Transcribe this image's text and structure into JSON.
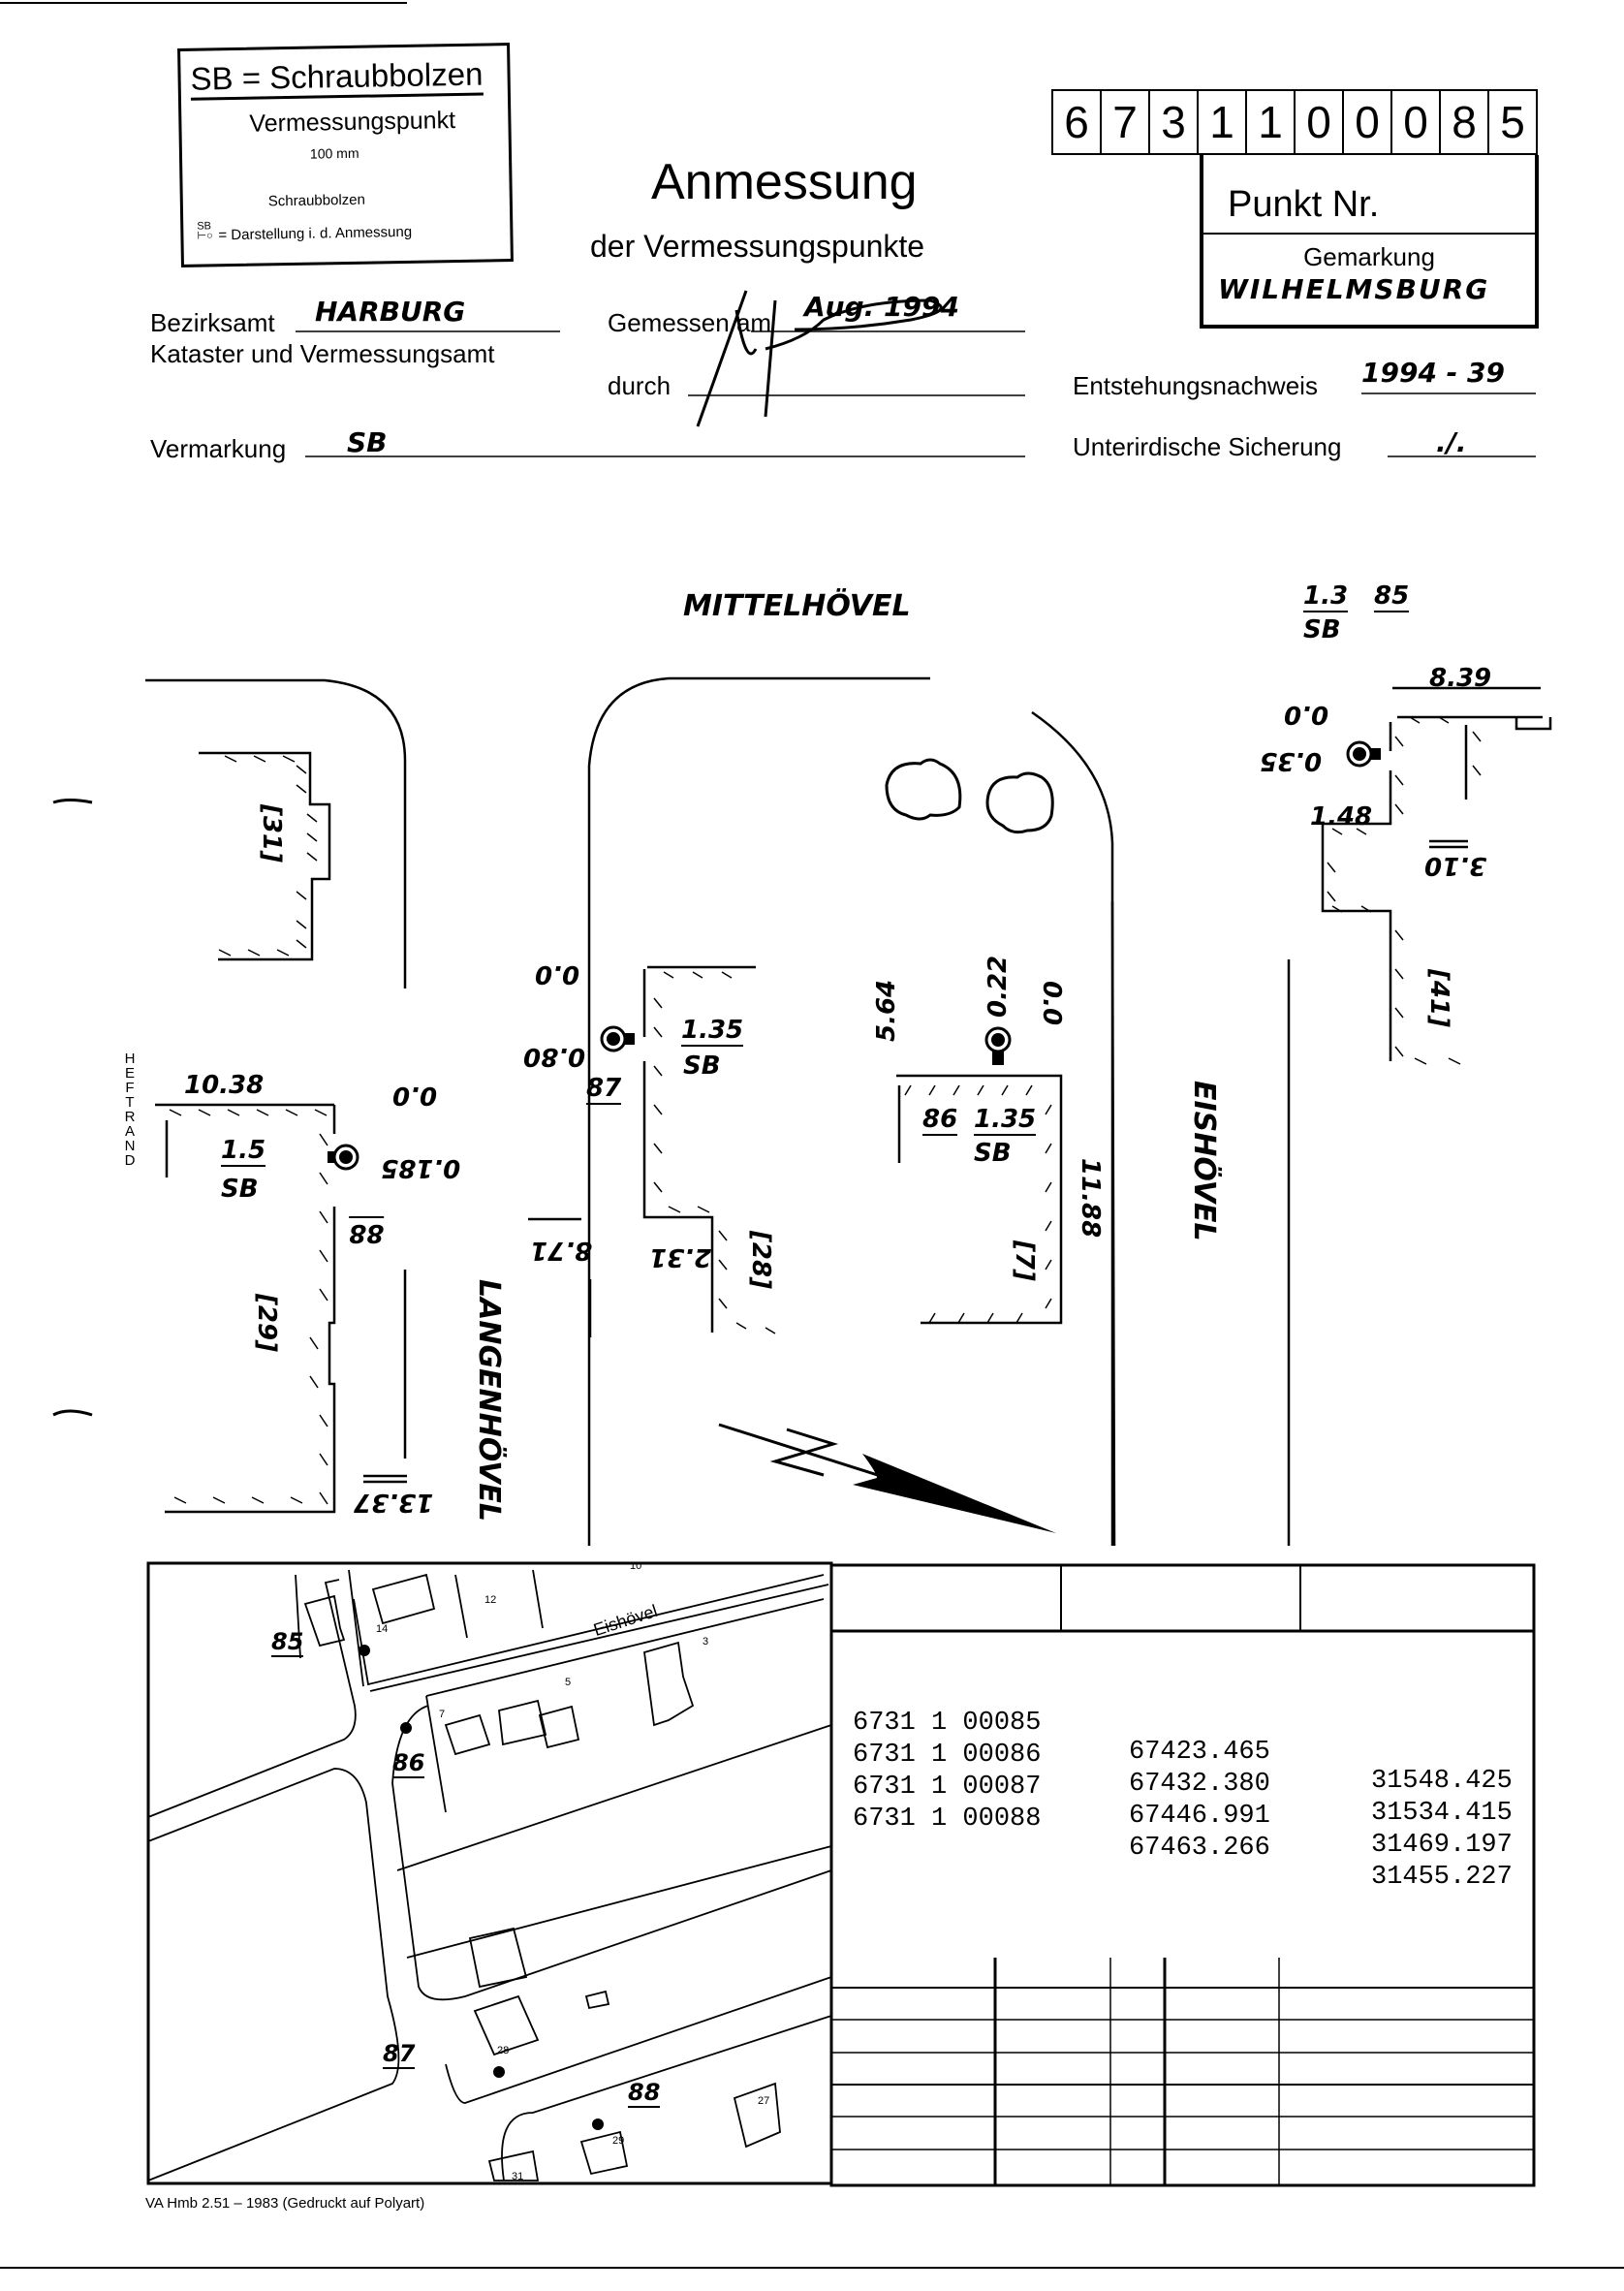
{
  "legend": {
    "title": "SB = Schraubbolzen",
    "subtitle": "Vermessungspunkt",
    "dimension": "100 mm",
    "bolt_label": "Schraubbolzen",
    "symbol_text": "SB",
    "symbol_meaning": "= Darstellung i. d. Anmessung"
  },
  "header": {
    "title": "Anmessung",
    "subtitle": "der Vermessungspunkte"
  },
  "point_number": {
    "digits": [
      "6",
      "7",
      "3",
      "1",
      "1",
      "0",
      "0",
      "0",
      "8",
      "5"
    ],
    "label": "Punkt Nr.",
    "gemarkung_label": "Gemarkung",
    "gemarkung_value": "WILHELMSBURG"
  },
  "fields": {
    "bezirksamt_label": "Bezirksamt",
    "bezirksamt_value": "HARBURG",
    "kataster_label": "Kataster und Vermessungsamt",
    "gemessen_label": "Gemessen am",
    "gemessen_value": "Aug. 1994",
    "durch_label": "durch",
    "durch_value": "(signature)",
    "entstehung_label": "Entstehungsnachweis",
    "entstehung_value": "1994 - 39",
    "vermarkung_label": "Vermarkung",
    "vermarkung_value": "SB",
    "unterirdisch_label": "Unterirdische Sicherung",
    "unterirdisch_value": "./."
  },
  "sketch": {
    "street_top": "MITTELHÖVEL",
    "street_right": "EISHÖVEL",
    "street_left": "LANGENHÖVEL",
    "heftrand": "HEFTRAND",
    "points": [
      {
        "id": "85",
        "height": "1.3",
        "type": "SB",
        "d1": "0.0",
        "d2": "0.35",
        "side_a": "8.39",
        "side_b": "1.48",
        "side_c": "3.10",
        "house": "[41]"
      },
      {
        "id": "86",
        "height": "1.35",
        "type": "SB",
        "d1": "0.22",
        "d2": "0.0",
        "side_a": "5.64",
        "side_b": "11.88",
        "house": "[7]"
      },
      {
        "id": "87",
        "height": "1.35",
        "type": "SB",
        "d1": "0.0",
        "d2": "0.80",
        "side_a": "8.71",
        "side_b": "2.31",
        "house": "[28]"
      },
      {
        "id": "88",
        "height": "1.5",
        "type": "SB",
        "d1": "0.0",
        "d2": "0.185",
        "side_a": "10.38",
        "side_b": "13.37",
        "house": "[29]"
      }
    ],
    "house_31": "[31]"
  },
  "map": {
    "street_label": "Eishövel",
    "house_numbers": [
      "14",
      "12",
      "10",
      "7",
      "5",
      "3",
      "28",
      "29",
      "27",
      "31"
    ],
    "point_labels": [
      "85",
      "86",
      "87",
      "88"
    ]
  },
  "coordinates": {
    "rows": [
      {
        "point": "6731 1 00085",
        "x": "67423.465",
        "y": "31548.425"
      },
      {
        "point": "6731 1 00086",
        "x": "67432.380",
        "y": "31534.415"
      },
      {
        "point": "6731 1 00087",
        "x": "67446.991",
        "y": "31469.197"
      },
      {
        "point": "6731 1 00088",
        "x": "67463.266",
        "y": "31455.227"
      }
    ]
  },
  "footer": {
    "note": "VA Hmb 2.51 – 1983 (Gedruckt auf Polyart)"
  }
}
